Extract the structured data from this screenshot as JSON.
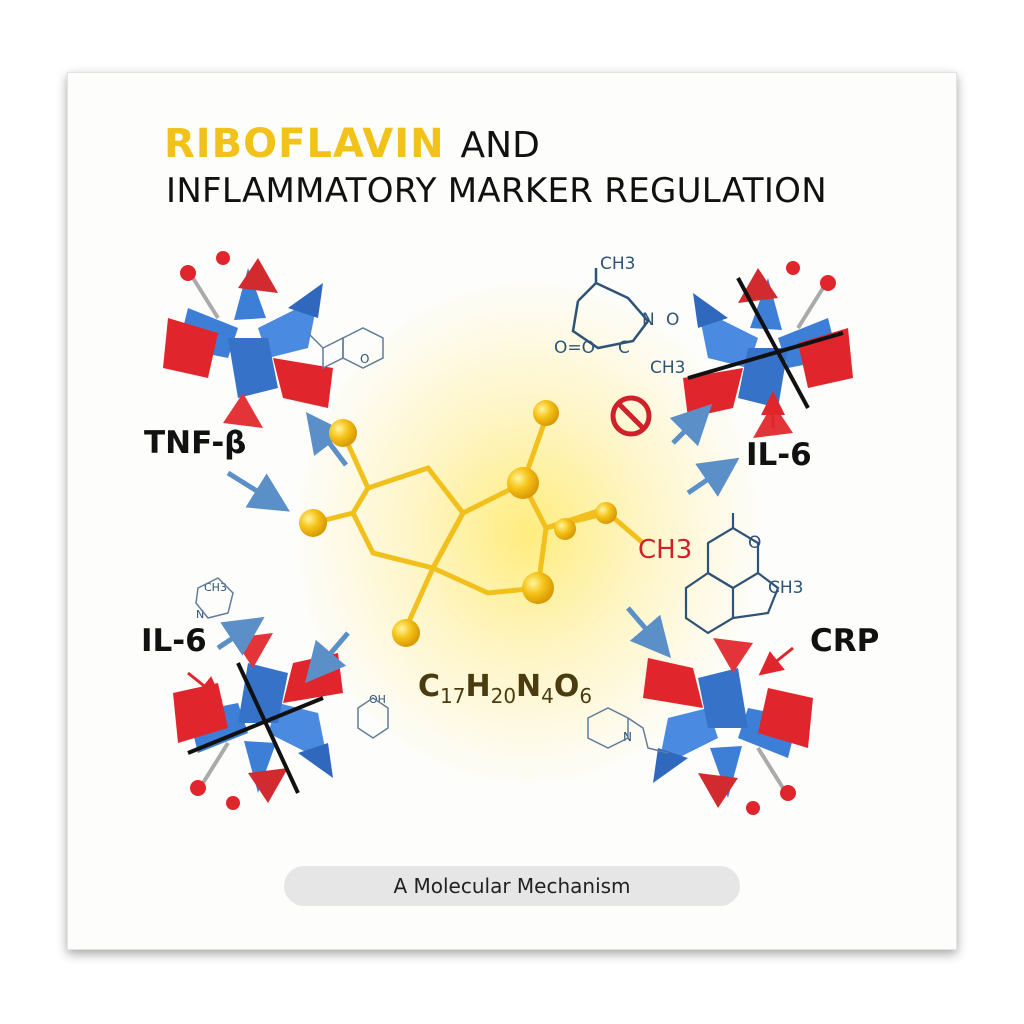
{
  "title": {
    "highlight": "RIBOFLAVIN",
    "and": "AND",
    "line2": "INFLAMMATORY MARKER REGULATION"
  },
  "markers": {
    "top_left": "TNF-β",
    "top_right": "IL-6",
    "bottom_left": "IL-6",
    "bottom_right": "CRP"
  },
  "molecule": {
    "methyl_label": "CH3",
    "formula": {
      "C": "C",
      "c_n": "17",
      "H": "H",
      "h_n": "20",
      "N": "N",
      "n_n": "4",
      "O": "O",
      "o_n": "6"
    }
  },
  "sketch_labels": {
    "tr_ch3_top": "CH3",
    "tr_n": "N",
    "tr_o": "O",
    "tr_c": "C",
    "tr_o2": "O=O",
    "tr_ch3_right": "CH3",
    "mr_ch3": "CH3",
    "mr_o": "O",
    "tl_o": "O",
    "bl_ch3": "CH3",
    "bl_n": "N",
    "bc_oh": "OH",
    "br_n": "N"
  },
  "footer": {
    "subtitle": "A Molecular Mechanism"
  },
  "colors": {
    "gold": "#f1c31a",
    "red": "#e0262c",
    "blue": "#3d7fd6",
    "arrow_blue": "#5b8fc8"
  }
}
